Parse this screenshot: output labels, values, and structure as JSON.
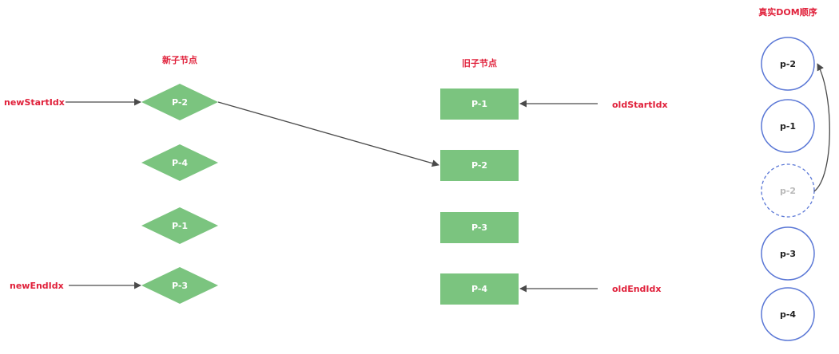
{
  "headings": {
    "new_nodes": "新子节点",
    "old_nodes": "旧子节点",
    "real_dom": "真实DOM顺序"
  },
  "pointers": {
    "new_start": "newStartIdx",
    "new_end": "newEndIdx",
    "old_start": "oldStartIdx",
    "old_end": "oldEndIdx"
  },
  "new_children": [
    "P-2",
    "P-4",
    "P-1",
    "P-3"
  ],
  "old_children": [
    "P-1",
    "P-2",
    "P-3",
    "P-4"
  ],
  "real_dom": [
    {
      "label": "p-2",
      "ghost": false
    },
    {
      "label": "p-1",
      "ghost": false
    },
    {
      "label": "p-2",
      "ghost": true
    },
    {
      "label": "p-3",
      "ghost": false
    },
    {
      "label": "p-4",
      "ghost": false
    }
  ],
  "colors": {
    "node_fill": "#7bc47f",
    "accent_red": "#e0203a",
    "circle_stroke": "#5b78d6",
    "arrow": "#4a4a4a"
  }
}
